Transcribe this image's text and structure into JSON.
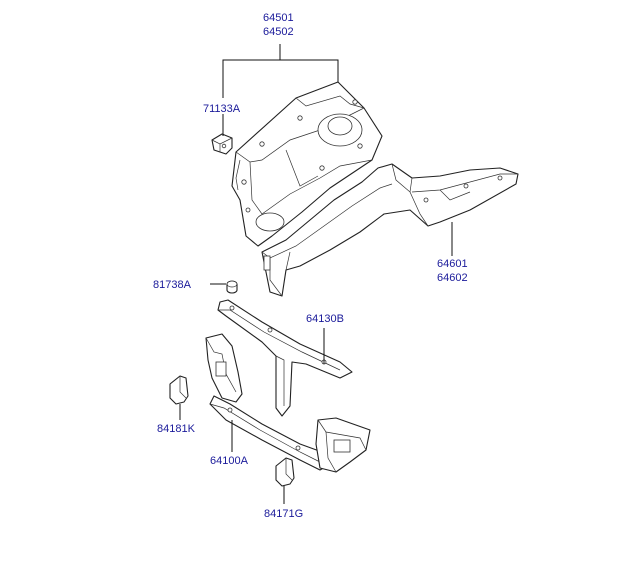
{
  "callouts": {
    "fender_apron_no1": "64501",
    "fender_apron_no2": "64502",
    "bracket": "71133A",
    "side_member_no1": "64601",
    "side_member_no2": "64602",
    "plug": "81738A",
    "upper_member": "64130B",
    "left_pad": "84181K",
    "carrier": "64100A",
    "bottom_pad": "84171G"
  },
  "colors": {
    "label": "#1a1a9a",
    "line": "#222222",
    "background": "#ffffff"
  }
}
